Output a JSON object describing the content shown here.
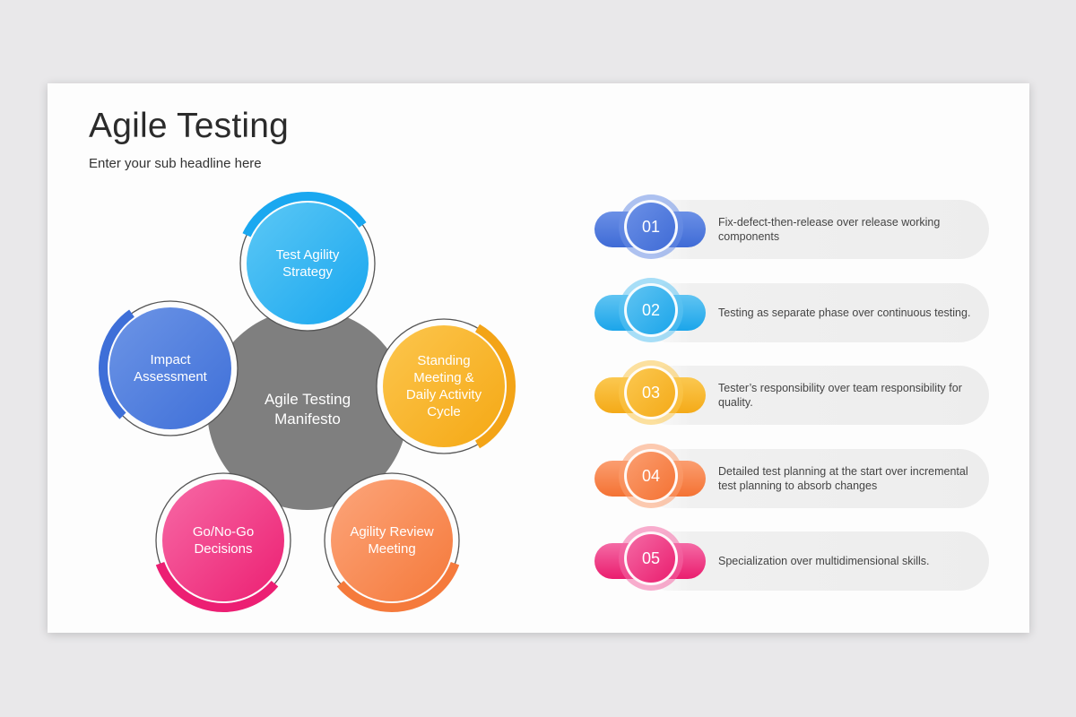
{
  "slide": {
    "title": "Agile Testing",
    "subtitle": "Enter your sub headline here"
  },
  "diagram": {
    "center_label": "Agile Testing\nManifesto",
    "center_color": "#7f7f7f",
    "petals": [
      {
        "label": "Test Agility\nStrategy",
        "color_light": "#5cc8f5",
        "color_dark": "#18a6ef",
        "arc_color": "#1aa8f0"
      },
      {
        "label": "Standing\nMeeting &\nDaily Activity\nCycle",
        "color_light": "#fcc64e",
        "color_dark": "#f5a814",
        "arc_color": "#f3a417"
      },
      {
        "label": "Agility Review\nMeeting",
        "color_light": "#fca57b",
        "color_dark": "#f5793a",
        "arc_color": "#f57a3c"
      },
      {
        "label": "Go/No-Go\nDecisions",
        "color_light": "#f76aa6",
        "color_dark": "#ec1f72",
        "arc_color": "#ec1f73"
      },
      {
        "label": "Impact\nAssessment",
        "color_light": "#6d95e6",
        "color_dark": "#3e6fd8",
        "arc_color": "#3e6fd8"
      }
    ]
  },
  "list": [
    {
      "number": "01",
      "text": "Fix-defect-then-release  over release working components",
      "color": "#3f6bd6",
      "color_light": "#6b90e6"
    },
    {
      "number": "02",
      "text": "Testing as separate phase over continuous testing.",
      "color": "#1ba5ea",
      "color_light": "#60c4f2"
    },
    {
      "number": "03",
      "text": "Tester’s responsibility over team responsibility for quality.",
      "color": "#f4aa18",
      "color_light": "#fbc850"
    },
    {
      "number": "04",
      "text": "Detailed test planning at the start over incremental test planning to absorb changes",
      "color": "#f47233",
      "color_light": "#fb9e70"
    },
    {
      "number": "05",
      "text": "Specialization over multidimensional skills.",
      "color": "#ea1d6e",
      "color_light": "#f46aa5"
    }
  ]
}
